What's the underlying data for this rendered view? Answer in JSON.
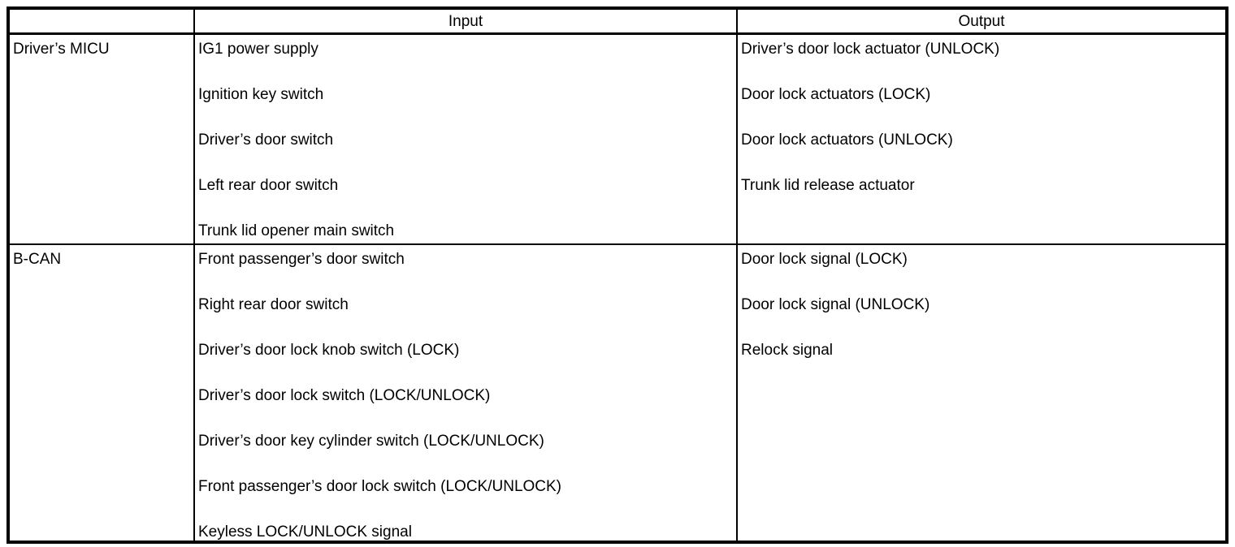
{
  "colors": {
    "border": "#000000",
    "background": "#ffffff",
    "text": "#000000"
  },
  "table": {
    "headers": [
      "",
      "Input",
      "Output"
    ],
    "rows": [
      {
        "source": "Driver’s MICU",
        "inputs": [
          "IG1 power supply",
          "Ignition key switch",
          "Driver’s door switch",
          "Left rear door switch",
          "Trunk lid opener main switch"
        ],
        "outputs": [
          "Driver’s door lock actuator (UNLOCK)",
          "Door lock actuators (LOCK)",
          "Door lock actuators (UNLOCK)",
          "Trunk lid release actuator"
        ]
      },
      {
        "source": "B-CAN",
        "inputs": [
          "Front passenger’s door switch",
          "Right rear door switch",
          "Driver’s door lock knob switch (LOCK)",
          "Driver’s door lock switch (LOCK/UNLOCK)",
          "Driver’s door key cylinder switch (LOCK/UNLOCK)",
          "Front passenger’s door lock switch (LOCK/UNLOCK)",
          "Keyless LOCK/UNLOCK signal"
        ],
        "outputs": [
          "Door lock signal (LOCK)",
          "Door lock signal (UNLOCK)",
          "Relock signal"
        ]
      }
    ]
  }
}
